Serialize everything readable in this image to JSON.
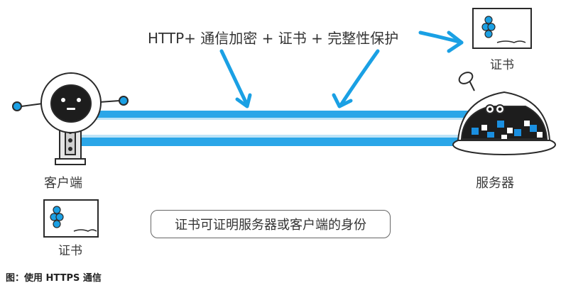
{
  "diagram": {
    "title": "HTTP+ 通信加密 + 证书 + 完整性保护",
    "client_label": "客户端",
    "server_label": "服务器",
    "cert_label_top": "证书",
    "cert_label_bottom": "证书",
    "note": "证书可证明服务器或客户端的身份",
    "caption": "图：使用 HTTPS 通信"
  },
  "colors": {
    "channel": "#2aa6e8",
    "channel_light": "#bfe4f7",
    "arrow": "#1aa0e4",
    "outline": "#2a2a2a",
    "robot_face": "#1d1d1d",
    "server_tiles": "#1a8fe0"
  },
  "icons": [
    "client-robot-icon",
    "server-robot-icon",
    "certificate-icon",
    "arrow-icon"
  ]
}
